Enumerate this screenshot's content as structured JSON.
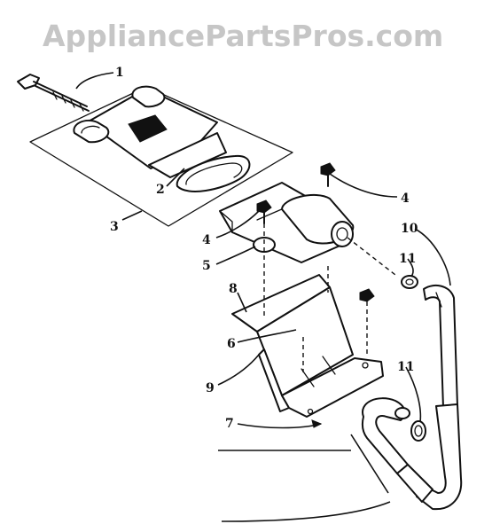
{
  "watermark": "AppliancePartsPros.com",
  "callouts": {
    "c1": "1",
    "c2": "2",
    "c3": "3",
    "c4a": "4",
    "c4b": "4",
    "c5": "5",
    "c6": "6",
    "c7": "7",
    "c8": "8",
    "c9": "9",
    "c10": "10",
    "c11a": "11",
    "c11b": "11"
  },
  "colors": {
    "ink": "#111111",
    "watermark": "#c6c6c6",
    "background": "#ffffff"
  }
}
